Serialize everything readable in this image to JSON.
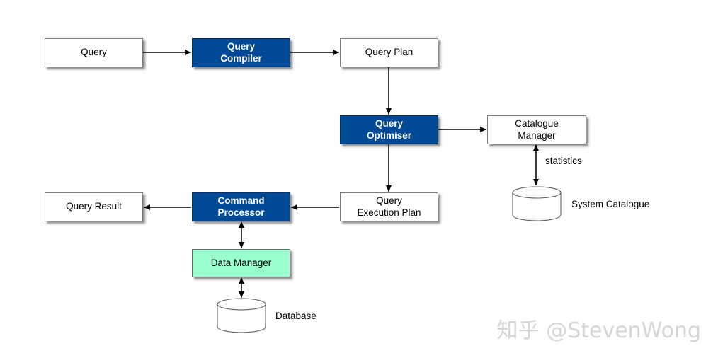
{
  "nodes": {
    "query": "Query",
    "query_compiler": "Query\nCompiler",
    "query_plan": "Query Plan",
    "query_optimiser": "Query\nOptimiser",
    "catalogue_manager": "Catalogue\nManager",
    "query_execution_plan": "Query\nExecution Plan",
    "command_processor": "Command\nProcessor",
    "query_result": "Query Result",
    "data_manager": "Data Manager"
  },
  "labels": {
    "statistics": "statistics",
    "system_catalogue": "System Catalogue",
    "database": "Database"
  },
  "watermark": "知乎 @StevenWong",
  "colors": {
    "dark_node": "#004996",
    "data_manager": "#99ffcc",
    "plain_node": "#ffffff"
  }
}
